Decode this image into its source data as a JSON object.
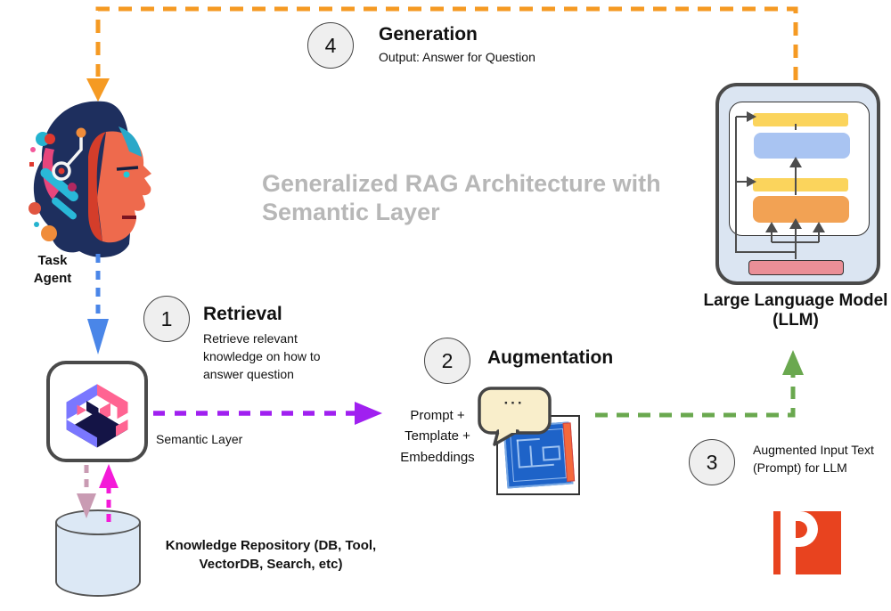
{
  "watermark": {
    "title": "Generalized RAG Architecture with Semantic Layer"
  },
  "steps": {
    "retrieval": {
      "number": "1",
      "title": "Retrieval",
      "description": "Retrieve relevant knowledge on how to answer question"
    },
    "augmentation": {
      "number": "2",
      "title": "Augmentation"
    },
    "augmented_input": {
      "number": "3",
      "description": "Augmented Input Text (Prompt) for LLM"
    },
    "generation": {
      "number": "4",
      "title": "Generation",
      "description": "Output: Answer for Question"
    }
  },
  "nodes": {
    "task_agent": {
      "label": "Task Agent"
    },
    "semantic_layer": {
      "label": "Semantic Layer"
    },
    "knowledge_repository": {
      "label": "Knowledge Repository (DB, Tool, VectorDB, Search, etc)"
    },
    "llm": {
      "label": "Large Language Model (LLM)"
    },
    "prompt": {
      "label": "Prompt + Template + Embeddings",
      "bubble_text": "···"
    }
  },
  "icons": {
    "task_agent": "ai-head-illustration",
    "semantic_layer": "cube-logo",
    "knowledge_repository": "database-cylinder",
    "prompt_attachment": "blueprint-image",
    "brand": "prolego-p-logo"
  },
  "colors": {
    "generation_arrow": "#F59A23",
    "task_to_semantic_arrow": "#4A86E8",
    "retrieval_arrow": "#A020F0",
    "augmented_input_arrow": "#6AA84F",
    "repo_write_arrow": "#C99BB3",
    "repo_read_arrow": "#F41AD8",
    "llm_block_yellow": "#FBD45C",
    "llm_block_blue": "#A9C4F2",
    "llm_block_orange": "#F2A254",
    "llm_block_pink": "#EA8F97",
    "llm_background": "#DBE5F2",
    "cube_periwinkle": "#7A77FF",
    "cube_pink": "#FF6492",
    "cube_navy": "#141446",
    "bubble_fill": "#F9EECB",
    "brand_red": "#E8431F",
    "watermark_gray": "#B7B7B7"
  }
}
